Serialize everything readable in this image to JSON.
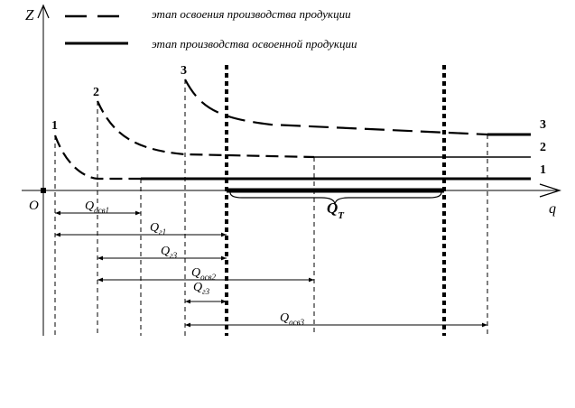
{
  "axes": {
    "y_label": "Z",
    "x_label": "q",
    "origin_label": "O"
  },
  "legend": {
    "dashed_label": "этап освоения производства продукции",
    "solid_label": "этап производства освоенной продукции"
  },
  "curves": {
    "label_1": "1",
    "label_2": "2",
    "label_3": "3",
    "right_1": "1",
    "right_2": "2",
    "right_3": "3"
  },
  "interval": {
    "main": "Q",
    "sub": "T"
  },
  "dimensions": [
    {
      "main": "Q",
      "sub": "осв1"
    },
    {
      "main": "Q",
      "sub": "г1"
    },
    {
      "main": "Q",
      "sub": "г3"
    },
    {
      "main": "Q",
      "sub": "осв2"
    },
    {
      "main": "Q",
      "sub": "г3"
    },
    {
      "main": "Q",
      "sub": "осв3"
    }
  ]
}
